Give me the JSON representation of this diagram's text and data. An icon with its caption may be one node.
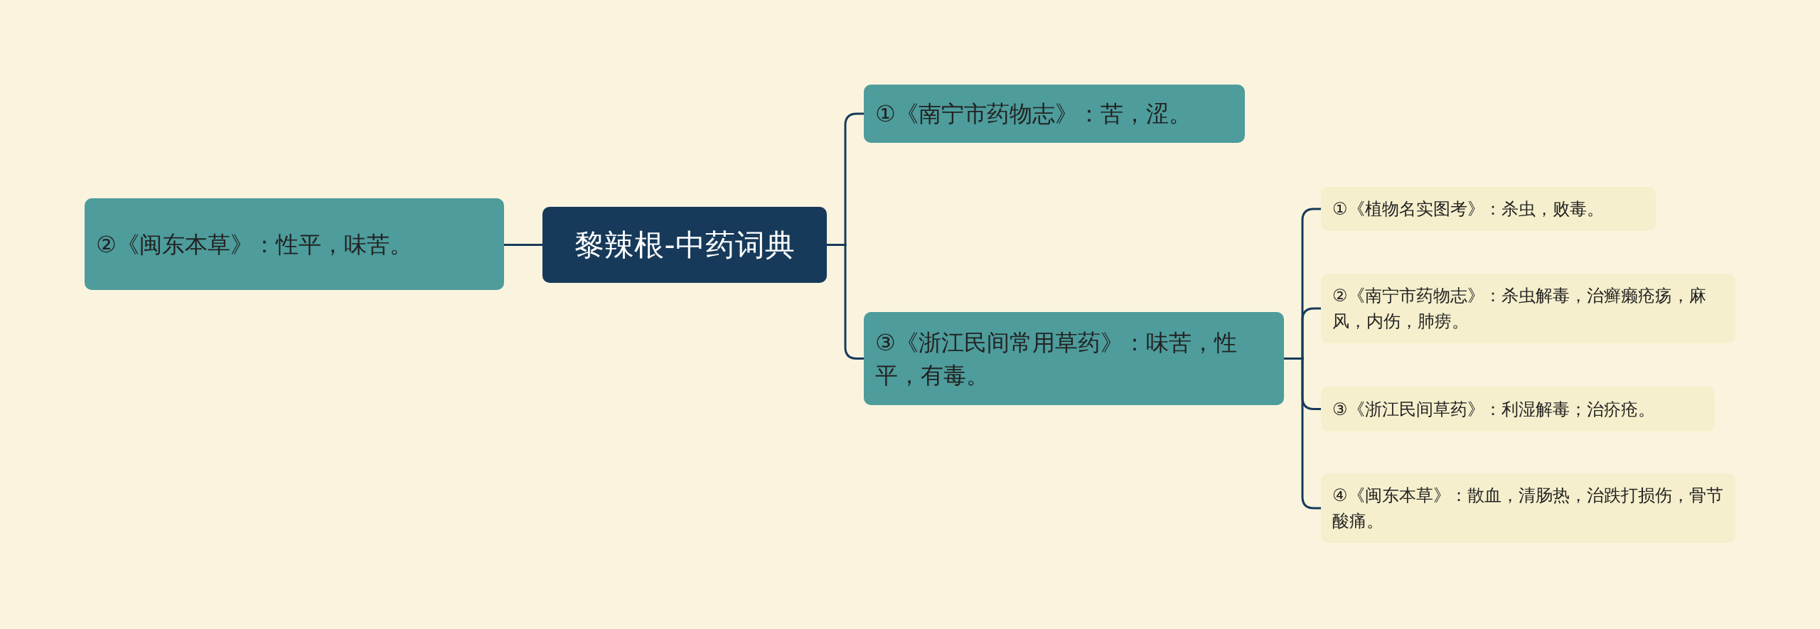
{
  "diagram": {
    "nodes": [
      {
        "text": [
          "黎辣根-中药词典"
        ]
      },
      {
        "text": [
          "②《闽东本草》：性平，味苦。"
        ]
      },
      {
        "text": [
          "①《南宁市药物志》：苦，涩。"
        ]
      },
      {
        "text": [
          "③《浙江民间常用草药》：味苦，性平，有毒。"
        ]
      },
      {
        "text": [
          "①《植物名实图考》：杀虫，败毒。"
        ]
      },
      {
        "text": [
          "②《南宁市药物志》：杀虫解毒，治癣癞疮疡，麻风，内伤，肺痨。"
        ]
      },
      {
        "text": [
          "③《浙江民间草药》：利湿解毒；治疥疮。"
        ]
      },
      {
        "text": [
          "④《闽东本草》：散血，清肠热，治跌打损伤，骨节酸痛。"
        ]
      }
    ],
    "edges": [
      {
        "from": 0,
        "to": 1,
        "arrow": "none"
      },
      {
        "from": 0,
        "to": 2,
        "arrow": "none"
      },
      {
        "from": 0,
        "to": 3,
        "arrow": "none"
      },
      {
        "from": 3,
        "to": 4,
        "arrow": "none"
      },
      {
        "from": 3,
        "to": 5,
        "arrow": "none"
      },
      {
        "from": 3,
        "to": 6,
        "arrow": "none"
      },
      {
        "from": 3,
        "to": 7,
        "arrow": "none"
      }
    ]
  }
}
